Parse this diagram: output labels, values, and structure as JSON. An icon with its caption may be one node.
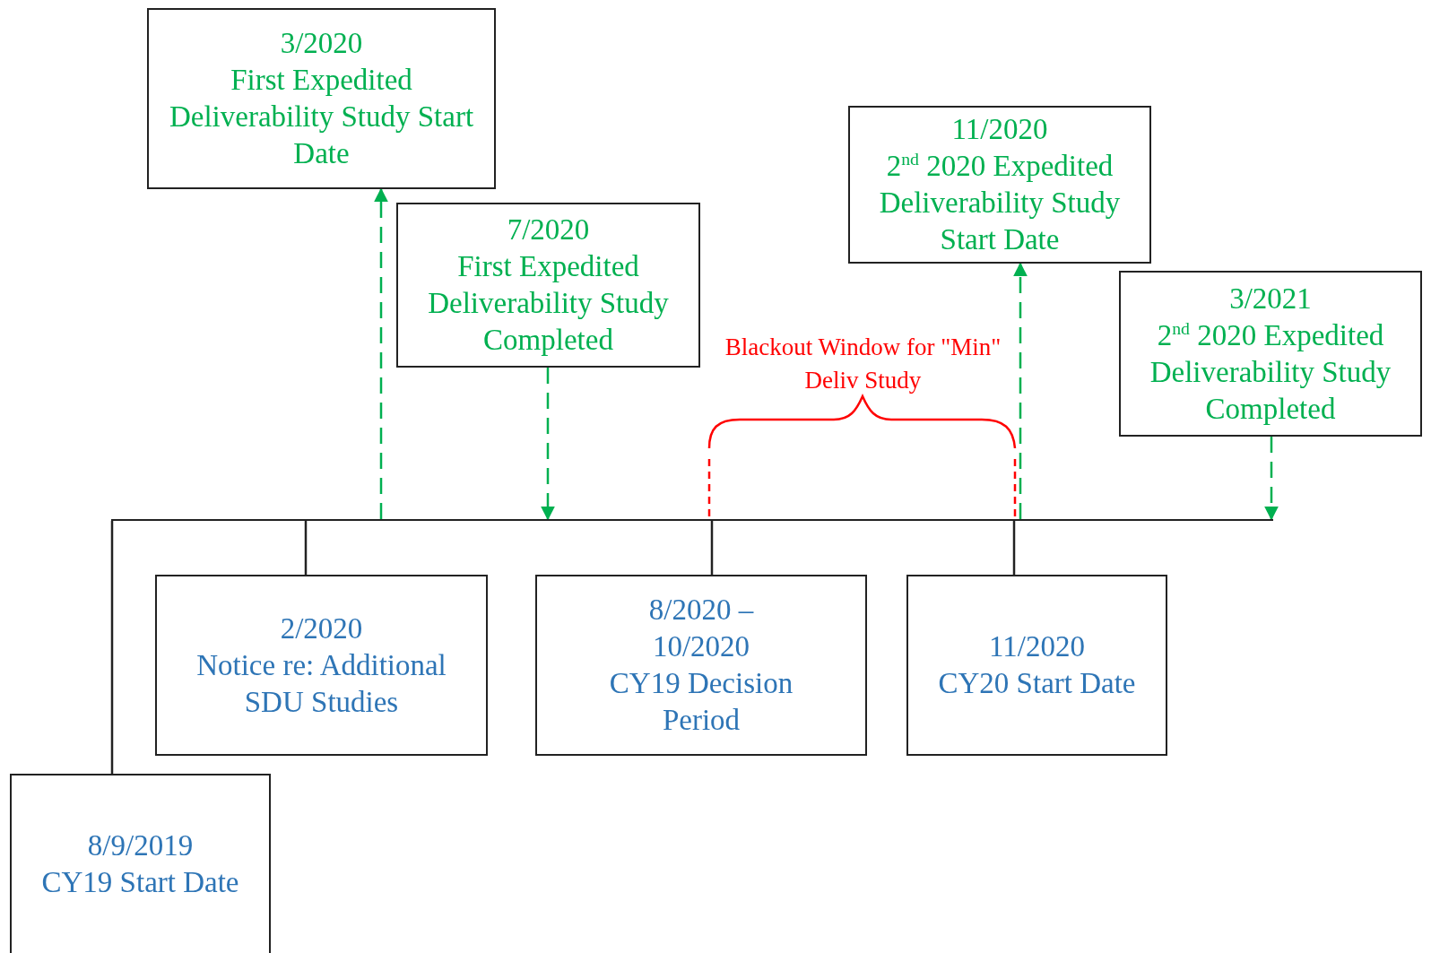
{
  "diagram": {
    "nodes": [
      {
        "text": [
          "3/2020",
          "First Expedited Deliverability Study Start Date"
        ]
      },
      {
        "text": [
          "7/2020",
          "First Expedited Deliverability Study Completed"
        ]
      },
      {
        "text": [
          "11/2020",
          "2$^{nd}$ 2020 Expedited Deliverability Study Start Date"
        ]
      },
      {
        "text": [
          "3/2021",
          "2$^{nd}$ 2020 Expedited Deliverability Study Completed"
        ]
      },
      {
        "text": [
          "2/2020",
          "Notice re: Additional SDU Studies"
        ]
      },
      {
        "text": [
          "8/2020 – 10/2020",
          "CY19 Decision Period"
        ]
      },
      {
        "text": [
          "11/2020",
          "CY20 Start Date"
        ]
      },
      {
        "text": [
          "8/9/2019",
          "CY19 Start Date"
        ]
      },
      {
        "text": [],
        "shape": "line"
      }
    ],
    "edges": [
      {
        "from": 8,
        "to": 0,
        "arrow": "to",
        "style": "dashed",
        "color": "#00b050"
      },
      {
        "from": 1,
        "to": 8,
        "arrow": "to",
        "style": "dashed",
        "color": "#00b050"
      },
      {
        "from": 8,
        "to": 2,
        "arrow": "to",
        "style": "dashed",
        "color": "#00b050"
      },
      {
        "from": 3,
        "to": 8,
        "arrow": "to",
        "style": "dashed",
        "color": "#00b050"
      },
      {
        "from": 8,
        "to": 4,
        "arrow": "none",
        "color": "#222222"
      },
      {
        "from": 8,
        "to": 5,
        "arrow": "none",
        "color": "#222222"
      },
      {
        "from": 8,
        "to": 6,
        "arrow": "none",
        "color": "#222222"
      },
      {
        "from": 8,
        "to": 7,
        "arrow": "none",
        "color": "#222222"
      }
    ],
    "labels": [
      "Blackout Window for \"Min\" Deliv Study"
    ]
  }
}
